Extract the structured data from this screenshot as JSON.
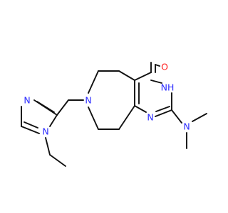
{
  "molecule": {
    "atom_labels": {
      "oxygen": "O",
      "amide_nh": "NH",
      "pyrimidine_n": "N",
      "dimethylamino_n": "N",
      "azepine_n": "N",
      "imidazole_n3": "N",
      "imidazole_n1": "N"
    },
    "colors": {
      "bond": "#111111",
      "nitrogen": "#2b2bff",
      "oxygen": "#ff2020"
    }
  }
}
